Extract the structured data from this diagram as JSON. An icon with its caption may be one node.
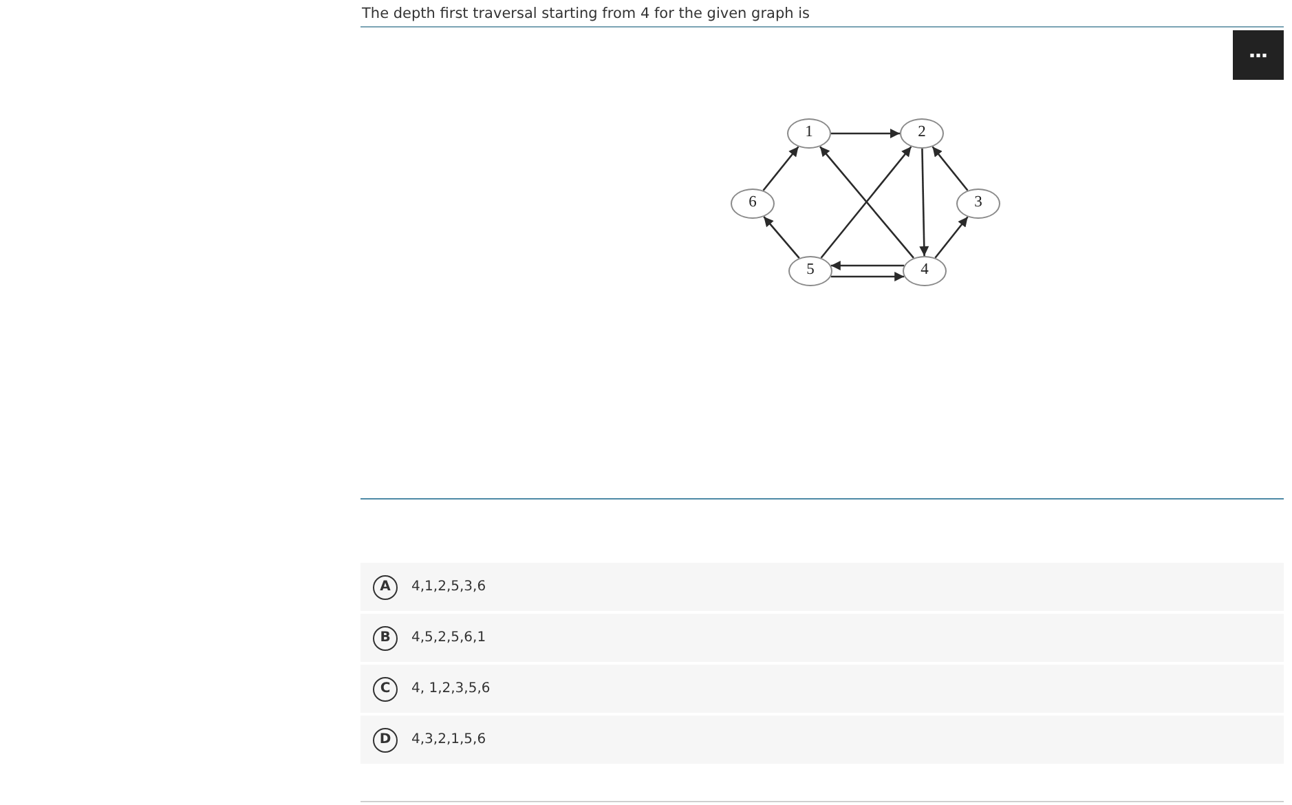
{
  "diagram": {
    "title": "The depth first traversal starting from 4 for the given graph is",
    "nodes": [
      {
        "text": [
          "1"
        ]
      },
      {
        "text": [
          "2"
        ]
      },
      {
        "text": [
          "6"
        ]
      },
      {
        "text": [
          "3"
        ]
      },
      {
        "text": [
          "5"
        ]
      },
      {
        "text": [
          "4"
        ]
      },
      {
        "text": [
          "A",
          "4,1,2,5,3,6"
        ]
      },
      {
        "text": [
          "B",
          "4,5,2,5,6,1"
        ]
      },
      {
        "text": [
          "C",
          "4, 1,2,3,5,6"
        ]
      },
      {
        "text": [
          "D",
          "4,3,2,1,5,6"
        ]
      }
    ],
    "edges": [
      {
        "from": 0,
        "to": 1,
        "arrow": "to"
      },
      {
        "from": 1,
        "to": 5,
        "arrow": "to"
      },
      {
        "from": 3,
        "to": 1,
        "arrow": "to"
      },
      {
        "from": 5,
        "to": 3,
        "arrow": "to"
      },
      {
        "from": 5,
        "to": 0,
        "arrow": "to"
      },
      {
        "from": 4,
        "to": 1,
        "arrow": "to"
      },
      {
        "from": 4,
        "to": 2,
        "arrow": "to"
      },
      {
        "from": 2,
        "to": 0,
        "arrow": "to"
      },
      {
        "from": 5,
        "to": 4,
        "arrow": "to"
      },
      {
        "from": 4,
        "to": 5,
        "arrow": "to"
      }
    ]
  }
}
